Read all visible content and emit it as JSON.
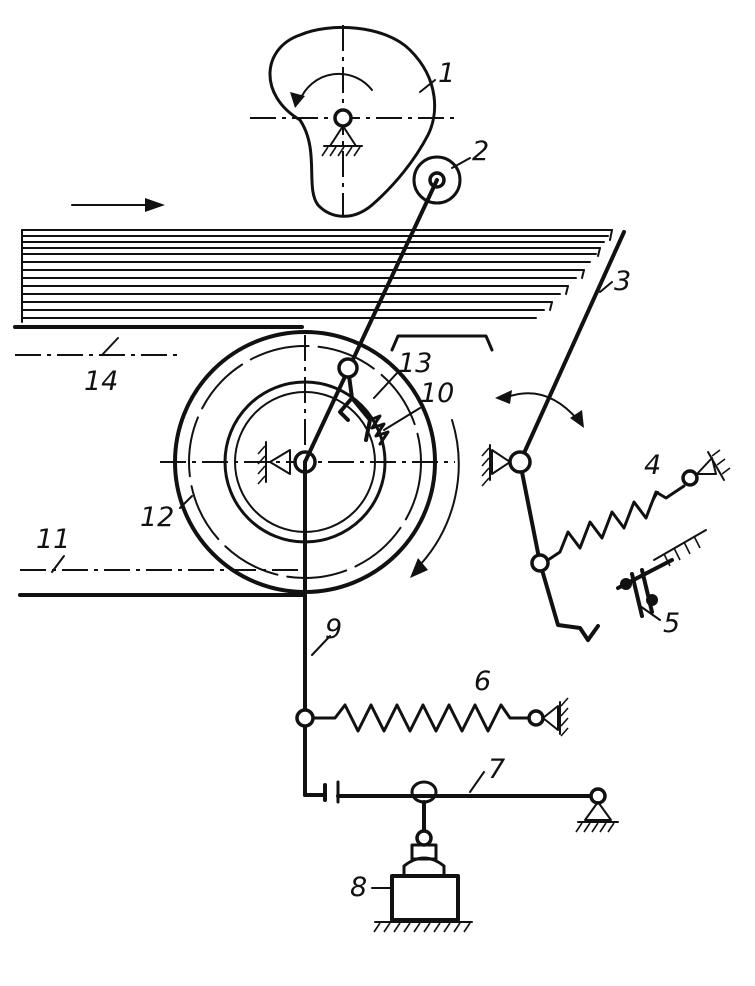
{
  "labels": {
    "cam": "1",
    "roller": "2",
    "lever": "3",
    "lever_spring": "4",
    "stop": "5",
    "return_spring": "6",
    "beam": "7",
    "actuator": "8",
    "rod": "9",
    "pawl_spring": "10",
    "conveyor_lower": "11",
    "drum": "12",
    "pawl": "13",
    "conveyor_upper": "14"
  },
  "colors": {
    "ink": "#111111",
    "background": "#ffffff"
  }
}
